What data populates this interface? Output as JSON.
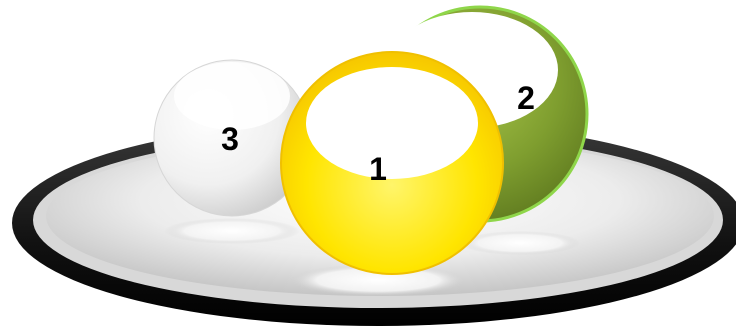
{
  "balls": [
    {
      "label": "1",
      "color": "#ffe500",
      "name": "yellow-ball"
    },
    {
      "label": "2",
      "color": "#7f9e2f",
      "name": "green-ball"
    },
    {
      "label": "3",
      "color": "#e6e6e6",
      "name": "white-ball"
    }
  ],
  "colors": {
    "plate_rim": "#1a1a1a",
    "plate_surface": "#e9e9e9",
    "yellow": "#ffe500",
    "green": "#7f9e2f",
    "white": "#e6e6e6"
  }
}
